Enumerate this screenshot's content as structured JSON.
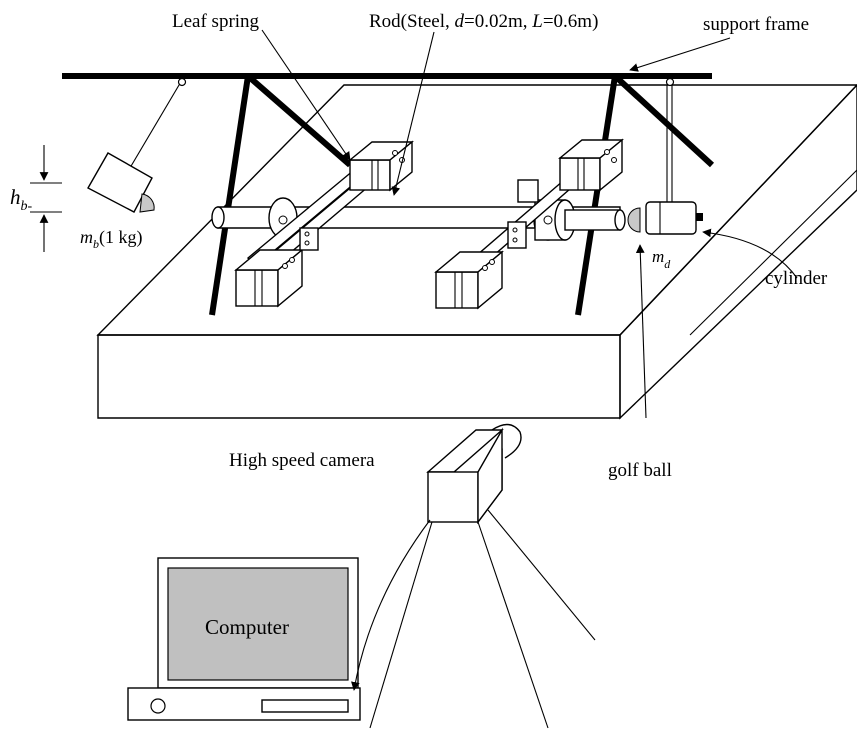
{
  "labels": {
    "leaf_spring": "Leaf spring",
    "rod_prefix": "Rod(Steel, ",
    "rod_d": "d",
    "rod_d_val": "=0.02m, ",
    "rod_L": "L",
    "rod_L_val": "=0.6m)",
    "support_frame": "support frame",
    "hb_main": "h",
    "hb_sub": "b-",
    "mb_main": "m",
    "mb_sub": "b",
    "mb_val": "(1 kg)",
    "md_main": "m",
    "md_sub": "d",
    "cylinder": "cylinder",
    "golf_ball": "golf ball",
    "camera": "High speed camera",
    "computer": "Computer"
  },
  "colors": {
    "screen": "#c0c0c0",
    "ball": "#c8c8c8",
    "ink": "#000000"
  }
}
